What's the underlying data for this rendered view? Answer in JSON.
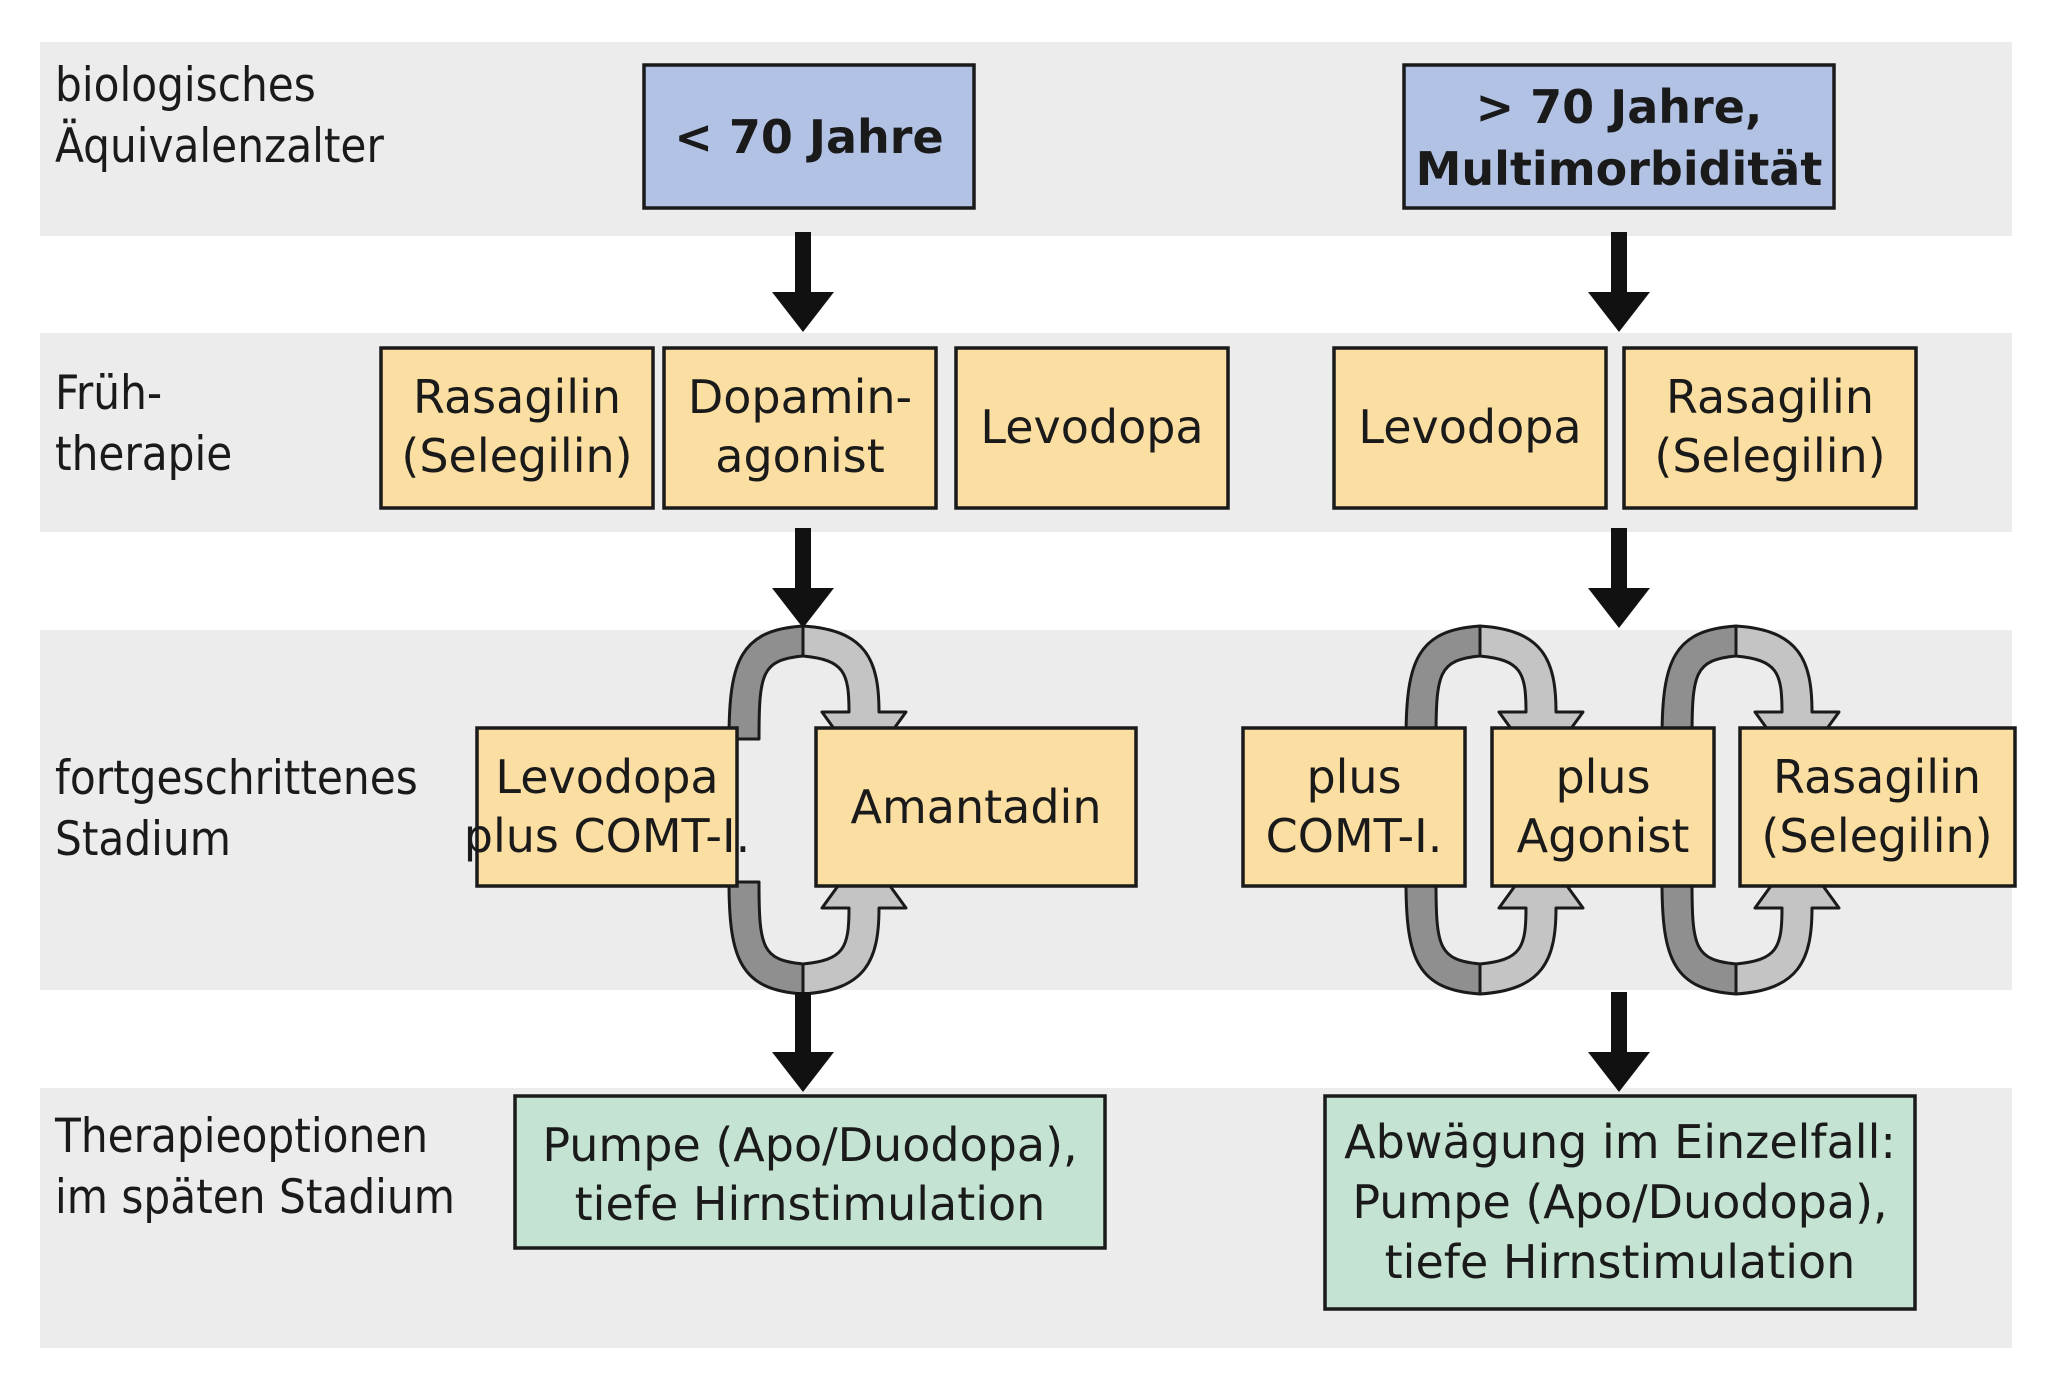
{
  "figure": {
    "title": "Parkinson-Therapie Stufenschema",
    "background_color": "#ffffff",
    "band_color": "#ececec",
    "colors": {
      "blue_box": "#b1c2e4",
      "yellow_box": "#fbdfa2",
      "green_box": "#c5e3d2",
      "box_border": "#1a1a1a",
      "arrow": "#111111",
      "cycle_arrow_dark": "#8f8f8f",
      "cycle_arrow_light": "#c4c4c4"
    }
  },
  "rows": [
    {
      "id": "row-age",
      "label_line1": "biologisches",
      "label_line2": "Äquivalenzalter"
    },
    {
      "id": "row-early",
      "label_line1": "Früh-",
      "label_line2": "therapie"
    },
    {
      "id": "row-advanced",
      "label_line1": "fortgeschrittenes",
      "label_line2": "Stadium"
    },
    {
      "id": "row-late",
      "label_line1": "Therapieoptionen",
      "label_line2": "im späten Stadium"
    }
  ],
  "branches": {
    "left": {
      "header": {
        "line1": "< 70 Jahre",
        "line2": ""
      },
      "early_therapy": [
        {
          "line1": "Rasagilin",
          "line2": "(Selegilin)"
        },
        {
          "line1": "Dopamin-",
          "line2": "agonist"
        },
        {
          "line1": "Levodopa",
          "line2": ""
        }
      ],
      "advanced": [
        {
          "line1": "Levodopa",
          "line2": "plus COMT-I."
        },
        {
          "line1": "Amantadin",
          "line2": ""
        }
      ],
      "late_options": {
        "line1": "Pumpe (Apo/Duodopa),",
        "line2": "tiefe Hirnstimulation",
        "line3": ""
      }
    },
    "right": {
      "header": {
        "line1": "> 70 Jahre,",
        "line2": "Multimorbidität"
      },
      "early_therapy": [
        {
          "line1": "Levodopa",
          "line2": ""
        },
        {
          "line1": "Rasagilin",
          "line2": "(Selegilin)"
        }
      ],
      "advanced": [
        {
          "line1": "plus",
          "line2": "COMT-I."
        },
        {
          "line1": "plus",
          "line2": "Agonist"
        },
        {
          "line1": "Rasagilin",
          "line2": "(Selegilin)"
        }
      ],
      "late_options": {
        "line1": "Abwägung im Einzelfall:",
        "line2": "Pumpe (Apo/Duodopa),",
        "line3": "tiefe Hirnstimulation"
      }
    }
  }
}
